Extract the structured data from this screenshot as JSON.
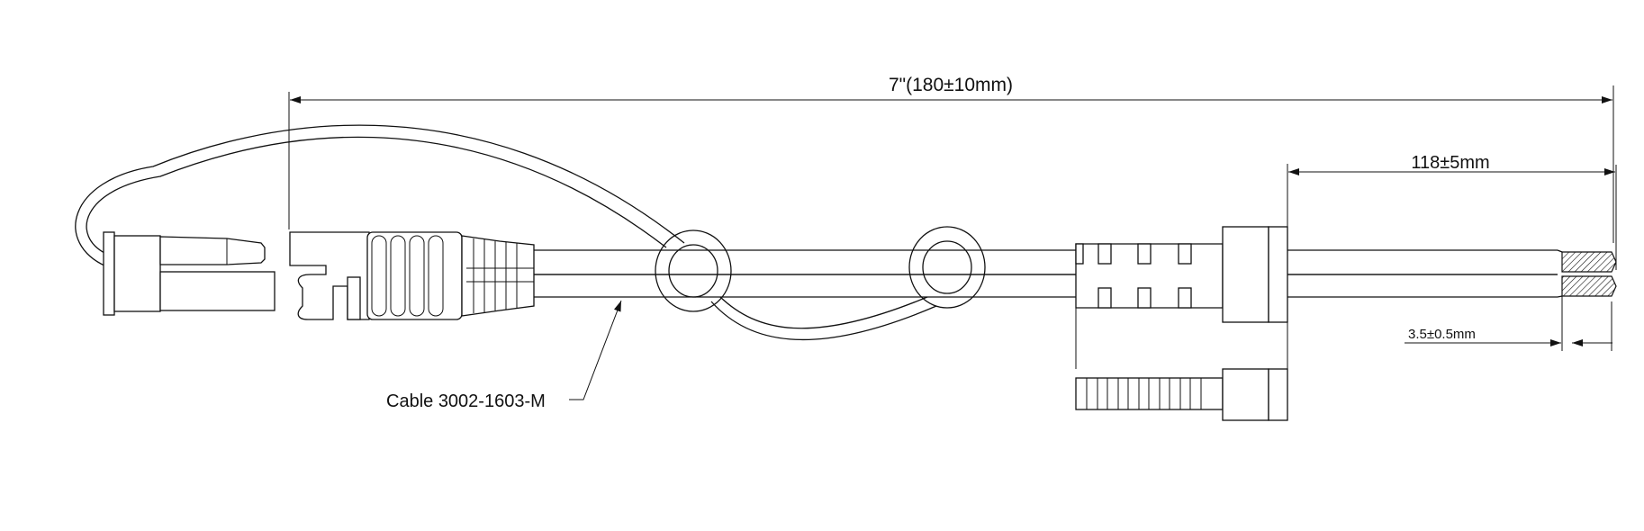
{
  "drawing": {
    "dimensions": {
      "overall_length": "7\"(180±10mm)",
      "strip_length": "118±5mm",
      "strip_end": "3.5±0.5mm"
    },
    "callouts": {
      "cable_label": "Cable 3002-1603-M"
    },
    "colors": {
      "line": "#111111",
      "background": "#ffffff"
    }
  }
}
